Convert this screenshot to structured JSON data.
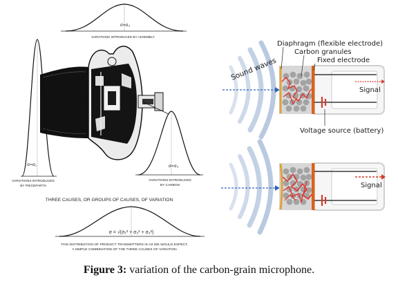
{
  "figure": {
    "left_panel": {
      "curve_top_sigma": "σ=σ₂",
      "curve_top_caption": "VARIATIONS INTRODUCED BY ASSEMBLY",
      "curve_left_sigma": "σ=σ₁",
      "curve_left_caption_1": "VARIATIONS INTRODUCED",
      "curve_left_caption_2": "BY PIECEPARTS",
      "curve_right_sigma": "σ=σ₃",
      "curve_right_caption_1": "VARIATIONS INTRODUCED",
      "curve_right_caption_2": "BY CARBON",
      "panel_title": "THREE CAUSES, OR GROUPS OF CAUSES, OF VARIATION",
      "curve_bottom_formula": "σ = √(σ₁² + σ₂² + σ₃²)",
      "bottom_caption_1": "THIS DISTRIBUTION OF PRODUCT TRANSMITTERS IS AS WE WOULD EXPECT,",
      "bottom_caption_2": "A SIMPLE COMBINATION OF THE THREE CAUSES OF VARIATION"
    },
    "right_panel": {
      "sound_waves": "Sound waves",
      "diaphragm": "Diaphragm (flexible electrode)",
      "carbon_granules": "Carbon granules",
      "fixed_electrode": "Fixed electrode",
      "signal_top": "Signal",
      "voltage_source": "Voltage source (battery)",
      "signal_bottom": "Signal"
    },
    "colors": {
      "wave": "#b9c9e0",
      "arrow_blue": "#2e66b8",
      "signal_red": "#d23a2a",
      "diaphragm": "#e0a23c",
      "fixed_electrode": "#d9621e",
      "granule": "#a3a3a3",
      "path_red": "#e0322b"
    }
  },
  "caption": {
    "label": "Figure 3:",
    "text": " variation of the carbon-grain microphone."
  }
}
